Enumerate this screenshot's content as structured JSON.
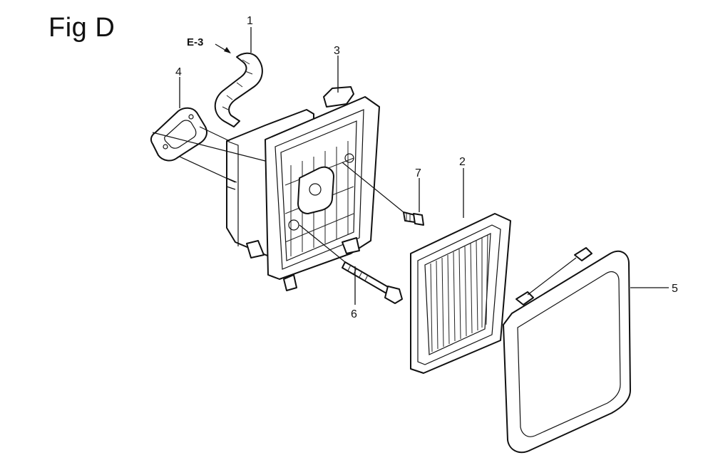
{
  "figure": {
    "title": "Fig D",
    "reference": "E-3"
  },
  "callouts": [
    {
      "id": "1",
      "label": "1"
    },
    {
      "id": "2",
      "label": "2"
    },
    {
      "id": "3",
      "label": "3"
    },
    {
      "id": "4",
      "label": "4"
    },
    {
      "id": "5",
      "label": "5"
    },
    {
      "id": "6",
      "label": "6"
    },
    {
      "id": "7",
      "label": "7"
    }
  ]
}
